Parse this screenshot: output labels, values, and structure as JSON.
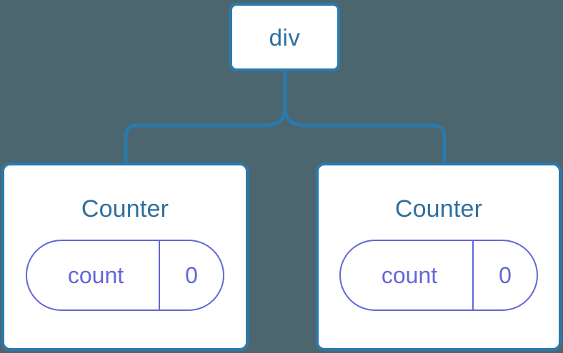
{
  "diagram": {
    "type": "component-tree",
    "background_color": "#4c6670",
    "node_border_color": "#2b7aad",
    "node_text_color": "#2e6f9e",
    "state_color": "#6366d8",
    "connector_color": "#2b7aad"
  },
  "root": {
    "label": "div"
  },
  "children": [
    {
      "title": "Counter",
      "state": {
        "key": "count",
        "value": "0"
      }
    },
    {
      "title": "Counter",
      "state": {
        "key": "count",
        "value": "0"
      }
    }
  ]
}
